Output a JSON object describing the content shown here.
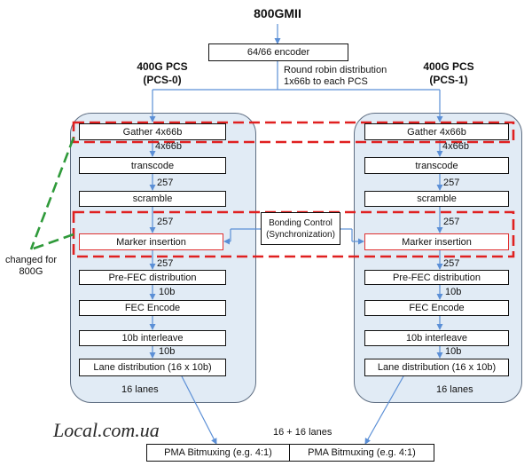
{
  "top_title": "800GMII",
  "encoder": "64/66 encoder",
  "distribution_note": [
    "Round robin distribution",
    "1x66b to each PCS"
  ],
  "pcs": [
    {
      "title": [
        "400G PCS",
        "(PCS-0)"
      ],
      "gather": "Gather 4x66b",
      "bus_66": "4x66b",
      "transcode": "transcode",
      "bus_257_a": "257",
      "scramble": "scramble",
      "bus_257_b": "257",
      "marker": "Marker insertion",
      "bus_257_c": "257",
      "prefec": "Pre-FEC distribution",
      "bus_10b_a": "10b",
      "fec": "FEC Encode",
      "interleave": "10b interleave",
      "bus_10b_b": "10b",
      "lane_dist": "Lane distribution  (16 x 10b)",
      "lanes": "16 lanes"
    },
    {
      "title": [
        "400G PCS",
        "(PCS-1)"
      ],
      "gather": "Gather 4x66b",
      "bus_66": "4x66b",
      "transcode": "transcode",
      "bus_257_a": "257",
      "scramble": "scramble",
      "bus_257_b": "257",
      "marker": "Marker insertion",
      "bus_257_c": "257",
      "prefec": "Pre-FEC distribution",
      "bus_10b_a": "10b",
      "fec": "FEC Encode",
      "interleave": "10b interleave",
      "bus_10b_b": "10b",
      "lane_dist": "Lane distribution  (16 x 10b)",
      "lanes": "16 lanes"
    }
  ],
  "bonding_control": [
    "Bonding Control",
    "(Synchronization)"
  ],
  "changed_note": [
    "changed for",
    "800G"
  ],
  "combined_lanes": "16 + 16 lanes",
  "pma_left": "PMA Bitmuxing  (e.g. 4:1)",
  "pma_right": "PMA Bitmuxing  (e.g. 4:1)",
  "watermark": "Local.com.ua",
  "colors": {
    "panel_fill": "#e1ebf5",
    "panel_border": "#5f6e82",
    "arrow": "#5b8fd6",
    "highlight_dash": "#e02020",
    "changed_dash": "#2f9a3a",
    "box_border": "#111111"
  }
}
